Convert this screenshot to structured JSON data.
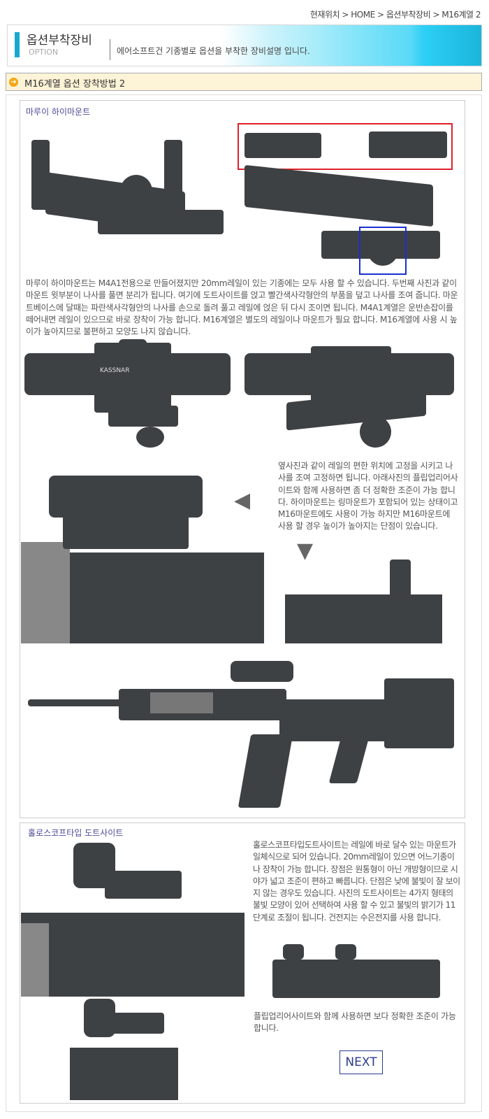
{
  "breadcrumb": {
    "label": "현재위치",
    "items": [
      "HOME",
      "옵션부착장비",
      "M16계열 2"
    ],
    "separator": ">"
  },
  "banner": {
    "title": "옵션부착장비",
    "subtitle": "OPTION",
    "description": "에어소프트건 기종별로 옵션을 부착한 장비설명 입니다."
  },
  "page_title": "M16계열 옵션 장착방법 2",
  "section1": {
    "heading": "마루이 하이마운트",
    "paragraph": "마루이 하이마운트는 M4A1전용으로 만들어졌지만 20mm레일이 있는 기종에는 모두 사용 할 수 있습니다. 두번째 사진과 같이 마운트 윗부분이 나사를 풀면 분리가 됩니다. 여기에 도트사이트를 얹고 빨간색사각형안의 부품을 덮고 나사를 조여 줍니다. 마운트베이스에 달때는 파란색사각형안의 나사를 손으로 돌려 풀고 레일에 얹은 뒤 다시 조이면 됩니다. M4A1계열은 운반손잡이를 떼어내면 레일이 있으므로 바로 장착이 가능 합니다. M16계열은 별도의 레일이나 마운트가 필요 합니다. M16계열에 사용 시 높이가 높아지므로 불편하고 모양도 나지 않습니다.",
    "side_text": "옆사진과 같이 레일의 편한 위치에 고정을 시키고 나사를 조여 고정하면 됩니다. 아래사진의 플립업리어사이트와 함께 사용하면 좀 더 정확한 조준이 가능 합니다. 하이마운트는 링마운트가 포함되어 있는 상태이고 M16마운트에도 사용이 가능 하지만 M16마운트에 사용 할 경우 높이가 높아지는 단점이 있습니다.",
    "scope_brand": "KASSNAR"
  },
  "section2": {
    "heading": "홀로스코프타입 도트사이트",
    "paragraph": "홀로스코프타입도트사이트는 레일에 바로 달수 있는 마운트가 일체식으로 되어 있습니다. 20mm레일이 있으면 어느기종이나 장착이 가능 합니다. 장점은 원통형이 아닌 개방형이므로 시야가 넓고 조준이 편하고 빠릅니다. 단점은 낮에 불빛이 잘 보이지 않는 경우도 있습니다. 사진의 도트사이트는 4가지 형태의 불빛 모양이 있어 선택하여 사용 할 수 있고 불빛의 밝기가 11단계로 조절이 됩니다. 건전지는 수은전지를 사용 합니다.",
    "paragraph2": "플립업리어사이트와 함께 사용하면 보다 정확한 조준이 가능 합니다."
  },
  "next_label": "NEXT",
  "colors": {
    "accent": "#16a9cf",
    "title_bg": "#fdf3d7",
    "red_box": "#e0202a",
    "blue_box": "#1a2fd0",
    "heading": "#4a4a9a"
  }
}
